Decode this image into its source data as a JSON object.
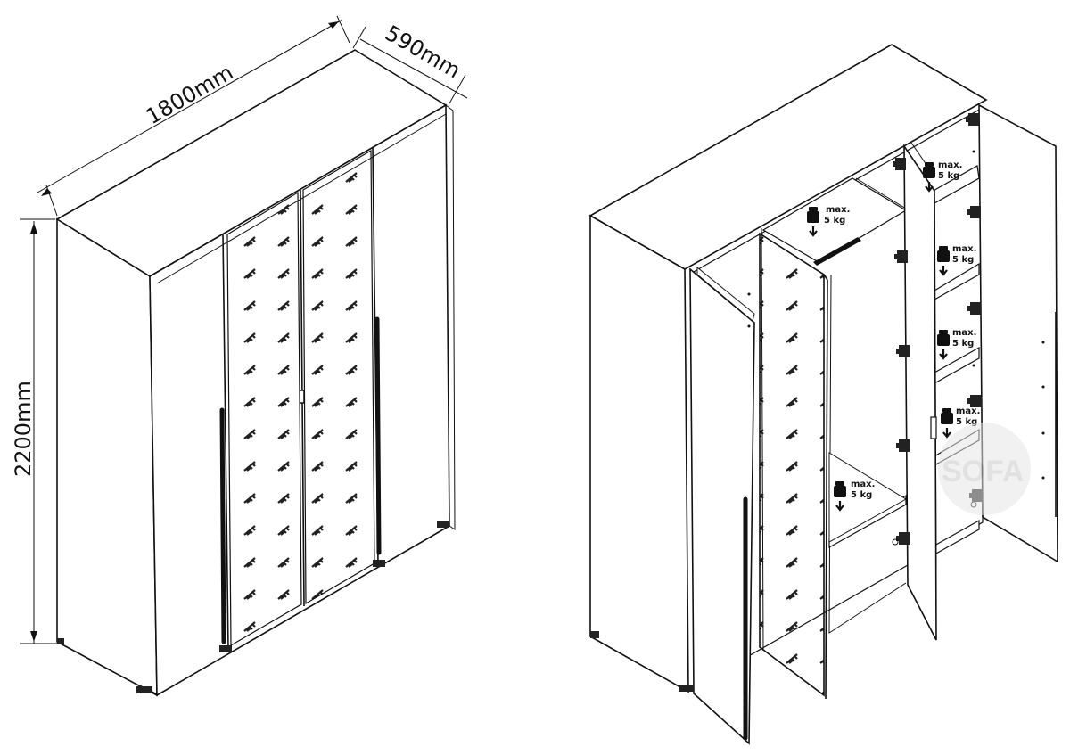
{
  "dimensions": {
    "width": "1800mm",
    "depth": "590mm",
    "height": "2200mm"
  },
  "load_labels": [
    {
      "max": "max.",
      "weight": "5 kg"
    },
    {
      "max": "max.",
      "weight": "5 kg"
    },
    {
      "max": "max.",
      "weight": "5 kg"
    },
    {
      "max": "max.",
      "weight": "5 kg"
    },
    {
      "max": "max.",
      "weight": "5 kg"
    },
    {
      "max": "max.",
      "weight": "5 kg"
    }
  ],
  "watermark": "SOFA",
  "icons": [
    "weight-icon",
    "down-arrow-icon",
    "hinge-icon",
    "handle-icon"
  ]
}
